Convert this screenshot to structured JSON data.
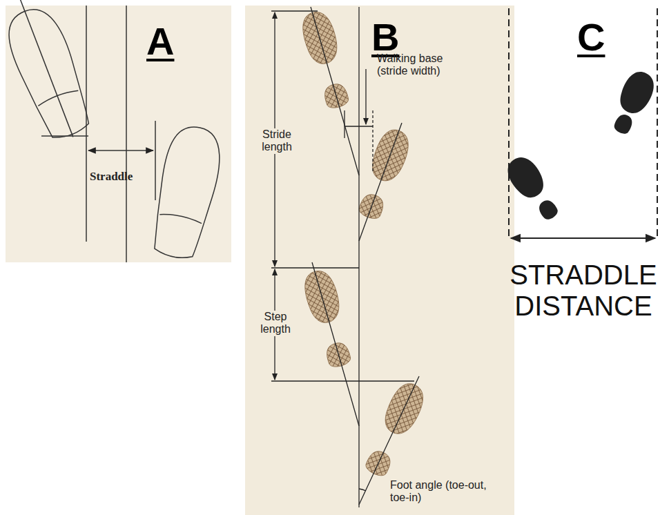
{
  "diagram": {
    "labels": [
      "A",
      "B",
      "C",
      "Straddle",
      "Stride length",
      "Walking base (stride width)",
      "Step length",
      "Foot angle (toe-out, toe-in)",
      "STRADDLE DISTANCE"
    ]
  }
}
